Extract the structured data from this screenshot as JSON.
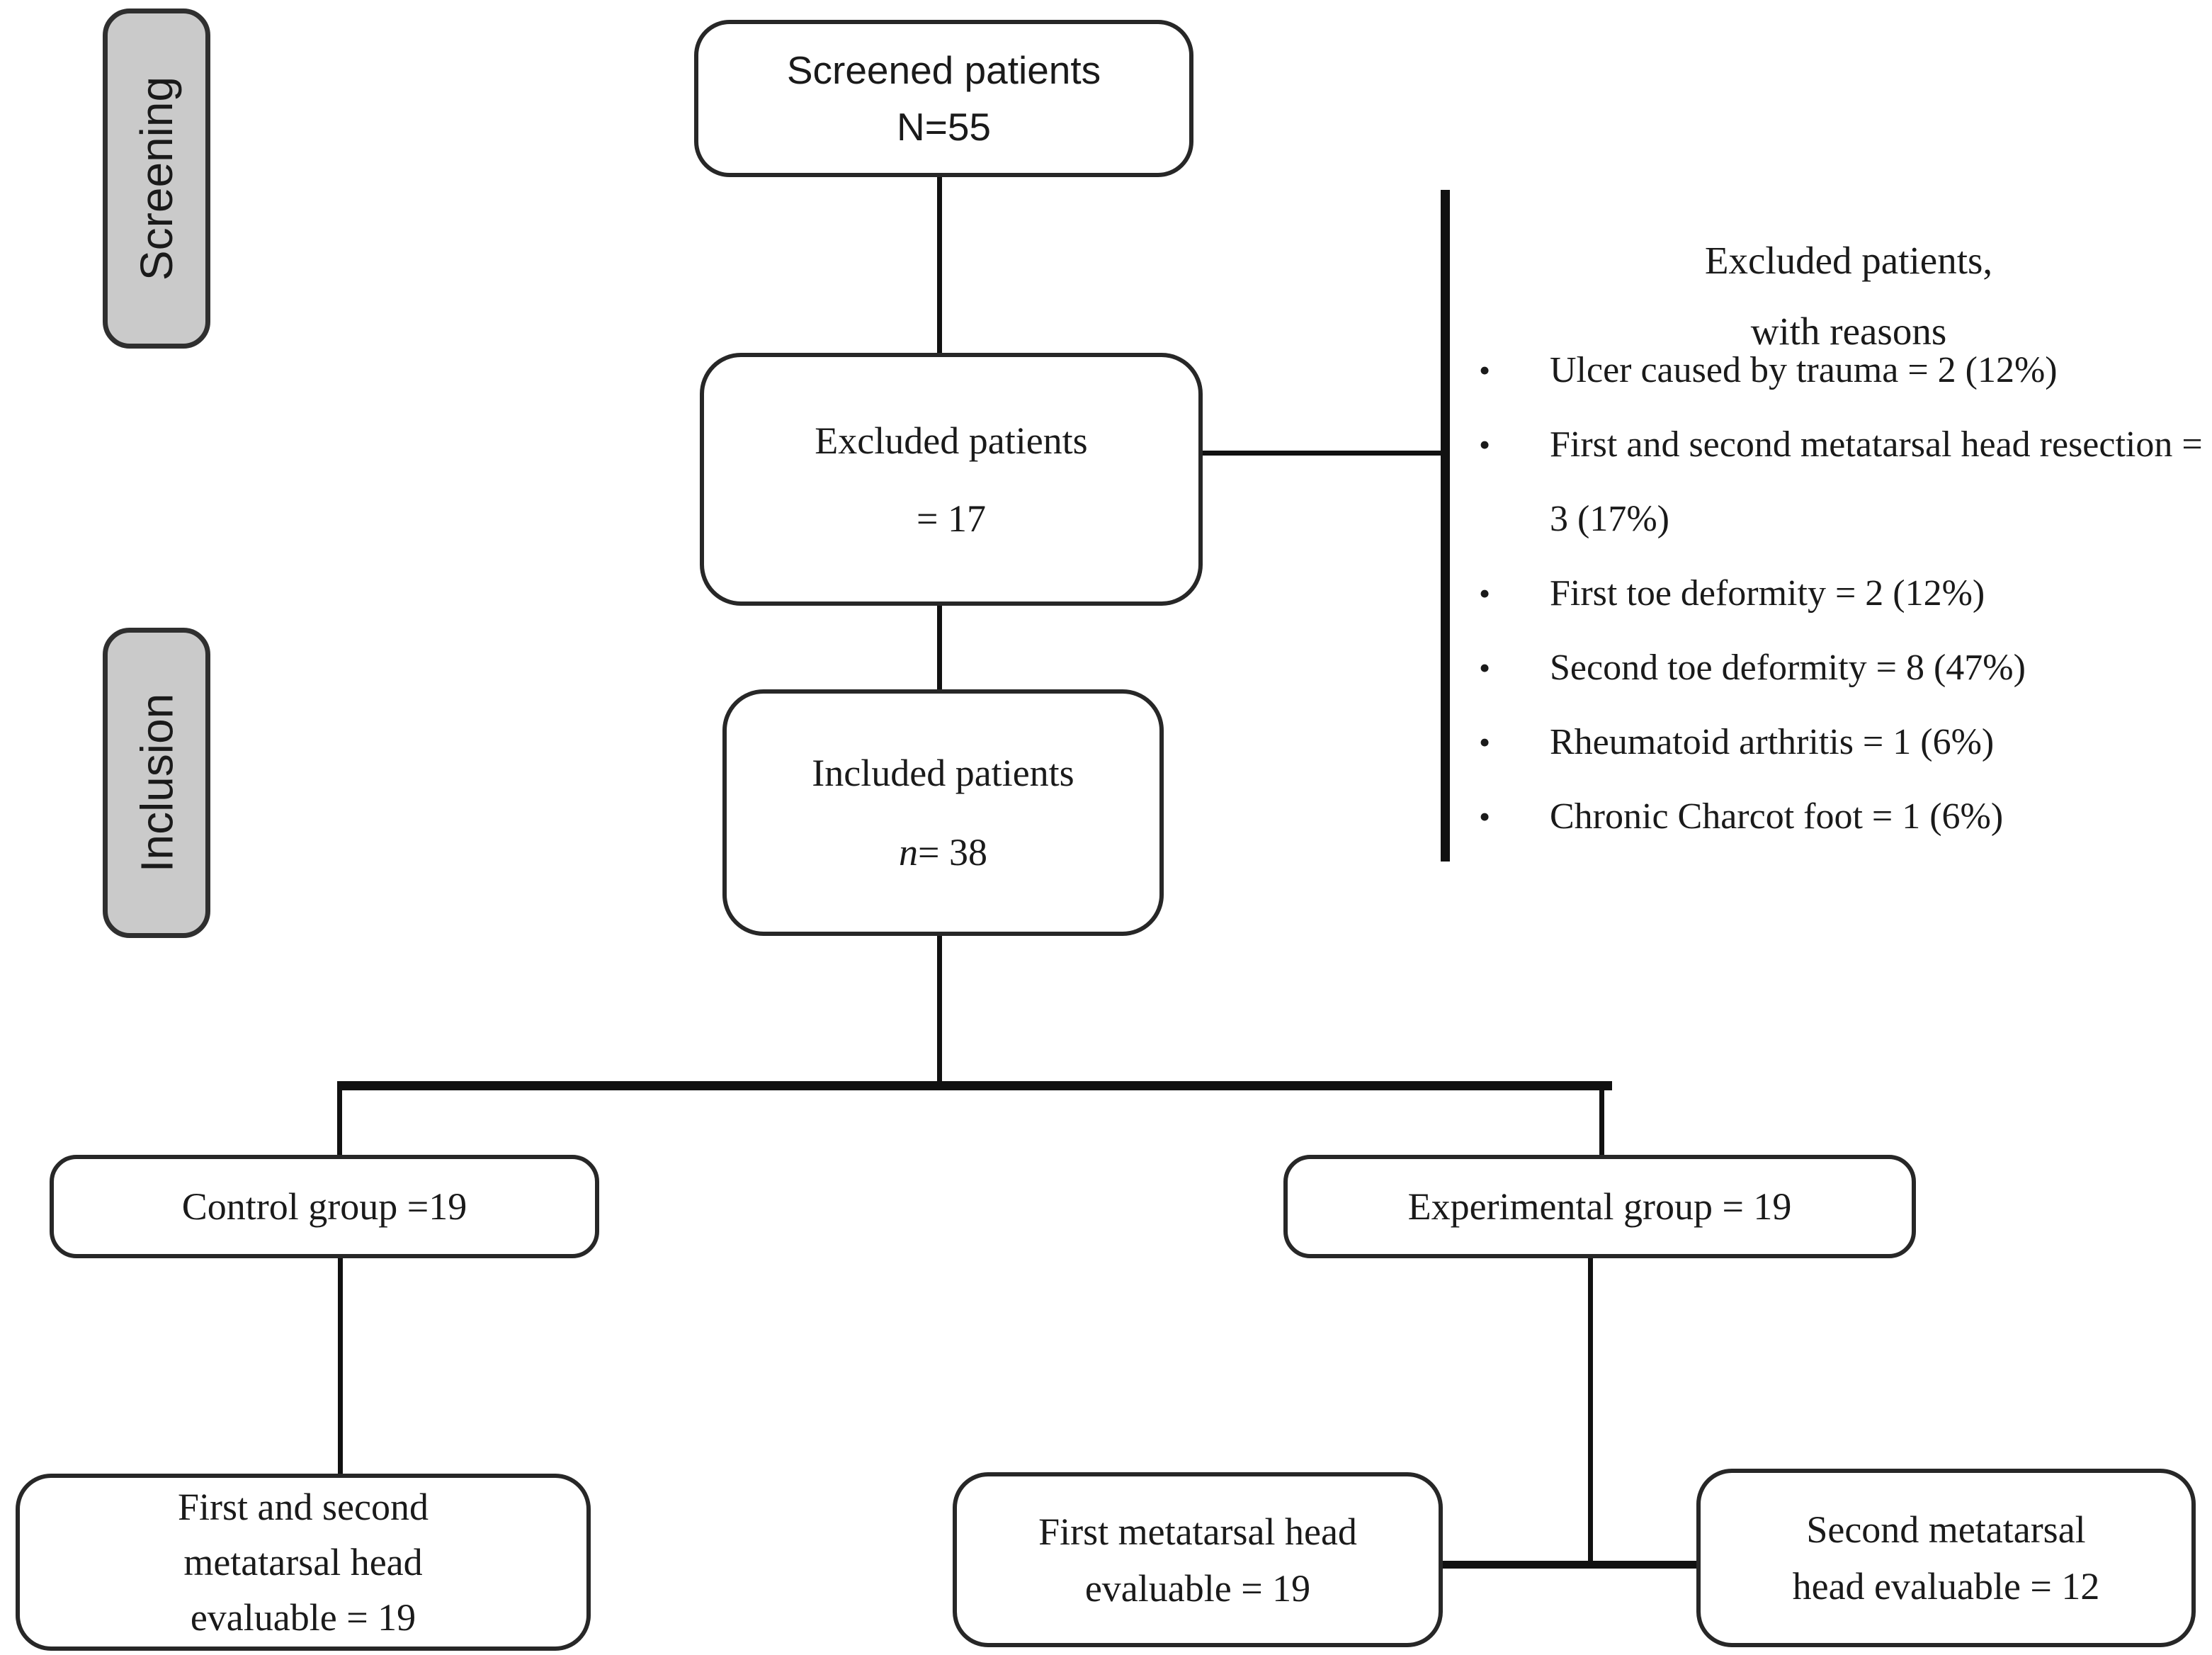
{
  "flowchart": {
    "stage_labels": [
      {
        "text": "Screening"
      },
      {
        "text": "Inclusion"
      }
    ],
    "boxes": {
      "screened": {
        "line1": "Screened patients",
        "line2": "N=55"
      },
      "excluded": {
        "line1": "Excluded patients",
        "line2": "= 17"
      },
      "included": {
        "line1": "Included patients",
        "line2_italic": "n",
        "line2_rest": "= 38"
      },
      "control": {
        "line1": "Control group =19"
      },
      "experimental": {
        "line1": "Experimental group = 19"
      },
      "control_outcome": {
        "line1": "First and second",
        "line2": "metatarsal head",
        "line3": "evaluable = 19"
      },
      "experimental_outcome_first": {
        "line1": "First metatarsal head",
        "line2": "evaluable = 19"
      },
      "experimental_outcome_second": {
        "line1": "Second metatarsal",
        "line2": "head evaluable = 12"
      }
    },
    "exclusion_panel": {
      "header_line1": "Excluded patients,",
      "header_line2": "with reasons",
      "items": [
        "Ulcer caused by trauma = 2 (12%)",
        "First and second metatarsal head resection = 3 (17%)",
        "First toe deformity = 2 (12%)",
        "Second toe deformity = 8 (47%)",
        "Rheumatoid arthritis = 1 (6%)",
        "Chronic Charcot foot = 1 (6%)"
      ]
    },
    "colors": {
      "box_border": "#272727",
      "box_fill": "#ffffff",
      "label_fill": "#cacaca",
      "connector": "#111111",
      "text": "#1a1a1a"
    }
  }
}
